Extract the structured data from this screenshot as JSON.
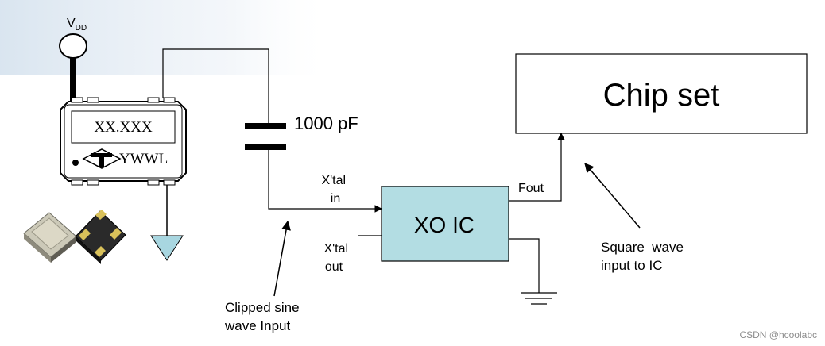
{
  "power": {
    "label": "V",
    "subscript": "DD"
  },
  "oscillator": {
    "marking_top": "XX.XXX",
    "marking_bottom": "YWWL"
  },
  "capacitor": {
    "label": "1000 pF"
  },
  "xo_ic": {
    "label": "XO IC",
    "pin_in": [
      "X'tal",
      "in"
    ],
    "pin_out": [
      "X'tal",
      "out"
    ],
    "pin_fout": "Fout"
  },
  "chipset": {
    "label": "Chip set"
  },
  "annotations": {
    "clipped": [
      "Clipped sine",
      "wave Input"
    ],
    "square": [
      "Square  wave",
      "input to IC"
    ]
  },
  "watermark": "CSDN @hcoolabc",
  "colors": {
    "ic_fill": "#b3dde3",
    "ground_fill": "#a8d6e0",
    "wire": "#000000",
    "header_tint": "#dfe9f2"
  }
}
